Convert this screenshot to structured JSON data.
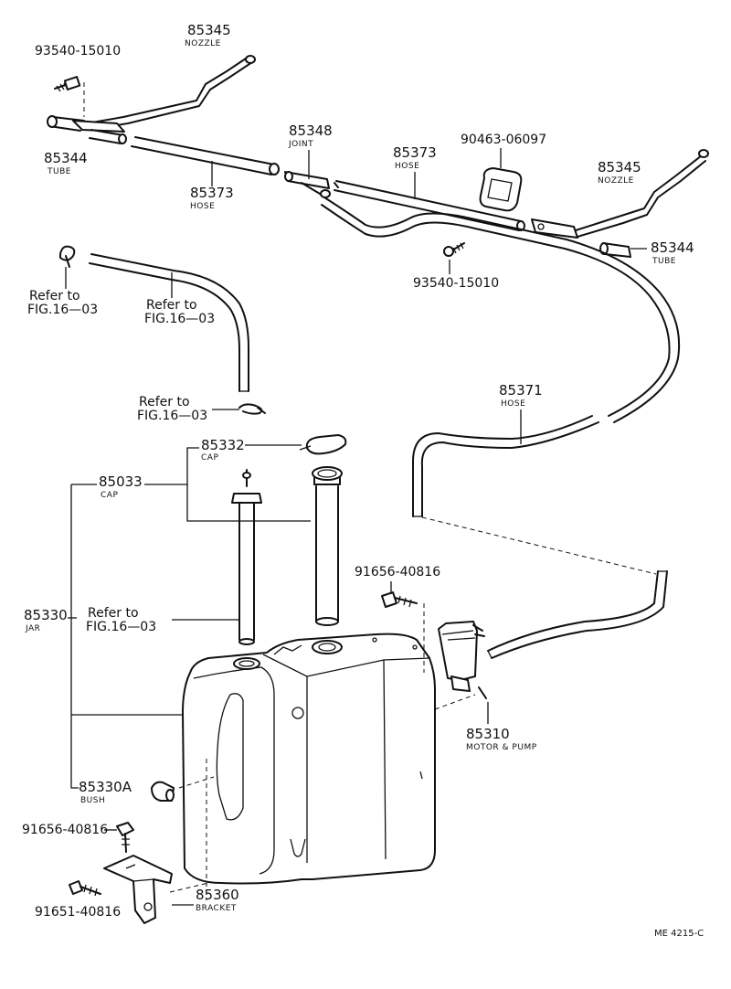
{
  "labels": {
    "screw_top_left": "93540-15010",
    "nozzle_left": {
      "number": "85345",
      "name": "NOZZLE"
    },
    "tube_left": {
      "number": "85344",
      "name": "TUBE"
    },
    "hose_left": {
      "number": "85373",
      "name": "HOSE"
    },
    "joint": {
      "number": "85348",
      "name": "JOINT"
    },
    "hose_center": {
      "number": "85373",
      "name": "HOSE"
    },
    "grommet": "90463-06097",
    "nozzle_right": {
      "number": "85345",
      "name": "NOZZLE"
    },
    "tube_right": {
      "number": "85344",
      "name": "TUBE"
    },
    "screw_center": "93540-15010",
    "refer_clip": {
      "line1": "Refer to",
      "line2": "FIG.16—03"
    },
    "refer_hose": {
      "line1": "Refer to",
      "line2": "FIG.16—03"
    },
    "refer_lower_clip": {
      "line1": "Refer to",
      "line2": "FIG.16—03"
    },
    "hose_long": {
      "number": "85371",
      "name": "HOSE"
    },
    "cap_inner": {
      "number": "85332",
      "name": "CAP"
    },
    "cap_outer": {
      "number": "85033",
      "name": "CAP"
    },
    "jar": {
      "number": "85330",
      "name": "JAR"
    },
    "refer_jar": {
      "line1": "Refer to",
      "line2": "FIG.16—03"
    },
    "bolt_pump": "91656-40816",
    "motor_pump": {
      "number": "85310",
      "name": "MOTOR & PUMP"
    },
    "bush": {
      "number": "85330A",
      "name": "BUSH"
    },
    "bolt_bracket_top": "91656-40816",
    "bracket": {
      "number": "85360",
      "name": "BRACKET"
    },
    "bolt_bracket_bottom": "91651-40816",
    "drawing_code": "ME 4215-C"
  }
}
